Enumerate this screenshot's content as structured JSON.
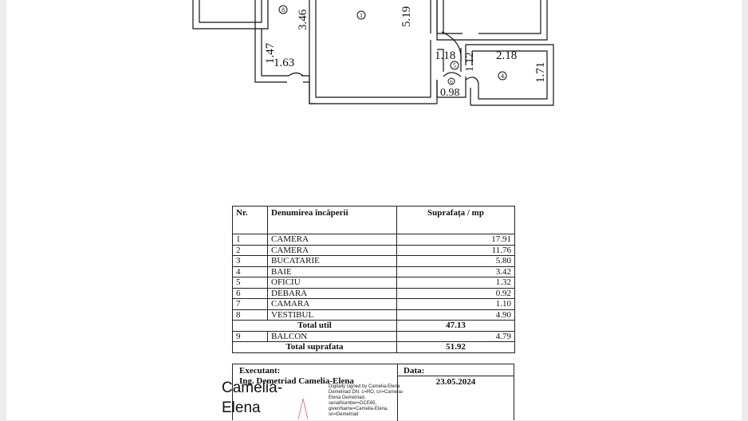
{
  "floorplan": {
    "room_numbers": [
      "1",
      "4",
      "5",
      "6",
      "8"
    ],
    "dimensions": [
      "3.46",
      "5.19",
      "1.47",
      "1.63",
      "1.18",
      "1.12",
      "2.18",
      "1.71",
      "0.98"
    ]
  },
  "table": {
    "headers": {
      "nr": "Nr.",
      "name": "Denumirea încăperii",
      "area": "Suprafața / mp"
    },
    "rows": [
      {
        "nr": "1",
        "name": "CAMERA",
        "area": "17.91"
      },
      {
        "nr": "2",
        "name": "CAMERA",
        "area": "11.76"
      },
      {
        "nr": "3",
        "name": "BUCATARIE",
        "area": "5.80"
      },
      {
        "nr": "4",
        "name": "BAIE",
        "area": "3.42"
      },
      {
        "nr": "5",
        "name": "OFICIU",
        "area": "1.32"
      },
      {
        "nr": "6",
        "name": "DEBARA",
        "area": "0.92"
      },
      {
        "nr": "7",
        "name": "CAMARA",
        "area": "1.10"
      },
      {
        "nr": "8",
        "name": "VESTIBUL",
        "area": "4.90"
      }
    ],
    "total_util": {
      "label": "Total util",
      "value": "47.13"
    },
    "balcon": {
      "nr": "9",
      "name": "BALCON",
      "area": "4.79"
    },
    "total_suprafata": {
      "label": "Total suprafata",
      "value": "51.92"
    }
  },
  "footer": {
    "executant_label": "Executant:",
    "executant_name": "Ing. Demetriad Camelia-Elena",
    "data_label": "Data:",
    "date": "23.05.2024",
    "signature_small": "Digitally signed by Camelia-Elena Demetriad DN: c=RO, cn=Camelia-Elena Demetriad, serialNumber=DCE65, givenName=Camelia-Elena, sn=Demetriad",
    "signature_big_line1": "Camelia-",
    "signature_big_line2": "Elena"
  }
}
